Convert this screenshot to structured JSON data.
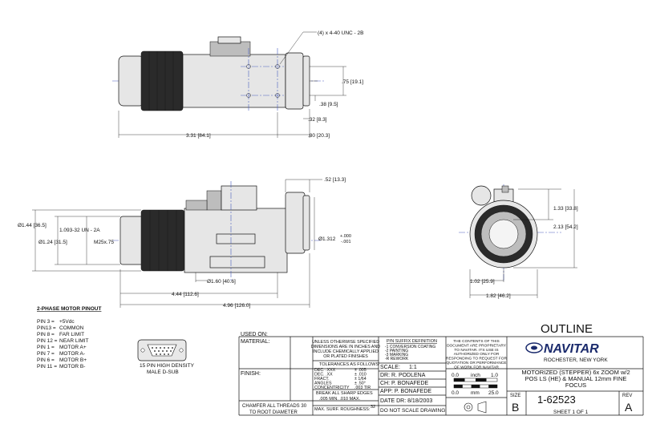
{
  "dims": {
    "top_thread": "(4) x 4-40 UNC - 2B",
    "top_75": ".75 [19.1]",
    "top_38": ".38 [9.5]",
    "top_32": ".32 [8.3]",
    "top_331": "3.31 [84.1]",
    "top_80": ".80 [20.3]",
    "mid_52": ".52 [13.3]",
    "mid_144": "Ø1.44 [36.5]",
    "mid_1093": "1.093-32 UN - 2A",
    "mid_124": "Ø1.24 [31.5]",
    "mid_m25": "M25x.75",
    "mid_1312": "Ø1.312",
    "mid_tol_plus": "+.000",
    "mid_tol_minus": "-.001",
    "mid_160": "Ø1.60 [40.6]",
    "mid_444": "4.44 [112.6]",
    "mid_496": "4.96 [126.0]",
    "end_133": "1.33 [33.8]",
    "end_213": "2.13 [54.2]",
    "end_102": "1.02 [25.9]",
    "end_182": "1.82 [46.2]"
  },
  "pinout": {
    "title": "2-PHASE MOTOR PINOUT",
    "pins": [
      {
        "pin": "PIN 3 =",
        "fn": "+5Vdc"
      },
      {
        "pin": "PIN13 =",
        "fn": "COMMON"
      },
      {
        "pin": "PIN 8 =",
        "fn": "FAR LIMIT"
      },
      {
        "pin": "PIN 12 =",
        "fn": "NEAR LIMIT"
      },
      {
        "pin": "PIN 1 =",
        "fn": "MOTOR A+"
      },
      {
        "pin": "PIN 7 =",
        "fn": "MOTOR A-"
      },
      {
        "pin": "PIN 6 =",
        "fn": "MOTOR B+"
      },
      {
        "pin": "PIN 11 =",
        "fn": "MOTOR B-"
      }
    ],
    "connector_line1": "15 PIN HIGH DENSITY",
    "connector_line2": "MALE D-SUB"
  },
  "title_block": {
    "used_on": "USED ON:",
    "material": "MATERIAL:",
    "finish": "FINISH:",
    "chamfer_line1": "CHAMFER ALL THREADS 30",
    "chamfer_line2": "TO ROOT DIAMETER",
    "unless_lines": [
      "UNLESS OTHERWISE SPECIFIED",
      "DIMENSIONS ARE IN INCHES AND",
      "INCLUDE CHEMICALLY APPLIED",
      "OR PLATED FINISHES"
    ],
    "tol_title": "TOLERANCES AS FOLLOWS",
    "tol_rows": [
      {
        "k": "DEC.  .XXX",
        "v": "± .005"
      },
      {
        "k": "DEC.  .XX",
        "v": "± .010"
      },
      {
        "k": "FRACT.",
        "v": "± 1/64"
      },
      {
        "k": "ANGLES",
        "v": "± .50°"
      },
      {
        "k": "CONCENTRICITY",
        "v": ".003 TIR"
      }
    ],
    "break_line1": "BREAK ALL SHARP EDGES",
    "break_line2": ".005 MIN.  .010 MAX.",
    "surf": "MAX. SURF. ROUGHNESS:",
    "surf_val": "32",
    "pn_suffix": "P/N SUFFIX DEFINITION",
    "suffix_rows": [
      "-1  CONVERSION COATING",
      "-2  PAINTING",
      "-3  MARKING",
      "-R  REWORK"
    ],
    "scale_label": "SCALE:",
    "scale_val": "1:1",
    "dr": "DR:   R. PODLENA",
    "ch": "CH:   P. BONAFEDE",
    "app": "APP:  P. BONAFEDE",
    "date": "DATE DR:    8/18/2003",
    "dns": "DO NOT SCALE DRAWING",
    "prop_lines": [
      "THE CONTENTS OF THIS",
      "DOCUMENT ARE PROPRIETARY",
      "TO NAVITAR. ITS USE IS",
      "AUTHORIZED ONLY FOR",
      "RESPONDING TO REQUEST FOR",
      "QUOTATION OR PERFORMANCE",
      "OF WORK FOR NAVITAR"
    ],
    "inch_label": "inch",
    "inch_0": "0.0",
    "inch_1": "1.0",
    "mm_label": "mm",
    "mm_0": "0.0",
    "mm_25": "25.0",
    "outline": "OUTLINE",
    "company": "NAVITAR",
    "company_city": "ROCHESTER, NEW YORK",
    "desc_lines": [
      "MOTORIZED (STEPPER) 6x ZOOM w/2",
      "POS LS (HE) & MANUAL 12mm FINE",
      "FOCUS"
    ],
    "size_label": "SIZE",
    "size_val": "B",
    "dwg_no": "1-62523",
    "rev_label": "REV",
    "rev_val": "A",
    "sheet": "SHEET  1  OF  1"
  }
}
